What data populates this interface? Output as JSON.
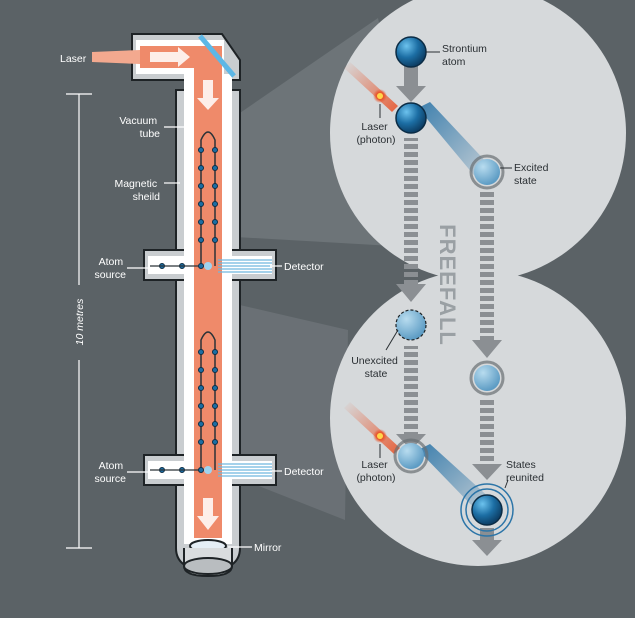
{
  "labels": {
    "laser": "Laser",
    "vacuum_tube": [
      "Vacuum",
      "tube"
    ],
    "magnetic_shield": [
      "Magnetic",
      "sheild"
    ],
    "atom_source_upper": [
      "Atom",
      "source"
    ],
    "atom_source_lower": [
      "Atom",
      "source"
    ],
    "detector_upper": "Detector",
    "detector_lower": "Detector",
    "mirror": "Mirror",
    "height": "10 metres",
    "strontium_atom": [
      "Strontium",
      "atom"
    ],
    "laser_photon_upper": [
      "Laser",
      "(photon)"
    ],
    "excited_state": [
      "Excited",
      "state"
    ],
    "freefall": "FREEFALL",
    "unexcited_state": [
      "Unexcited",
      "state"
    ],
    "laser_photon_lower": [
      "Laser",
      "(photon)"
    ],
    "states_reunited": [
      "States",
      "reunited"
    ]
  },
  "colors": {
    "background": "#5b6266",
    "tube_outer": "#c9cdd0",
    "tube_inner": "#ffffff",
    "laser_beam": "#ef8a6a",
    "atom_blue": "#1c6ea4",
    "zoom_circle": "#d6d9db",
    "arrow_grey": "#8b8f93",
    "label_text": "#ffffff",
    "inner_text": "#2a2f33"
  }
}
